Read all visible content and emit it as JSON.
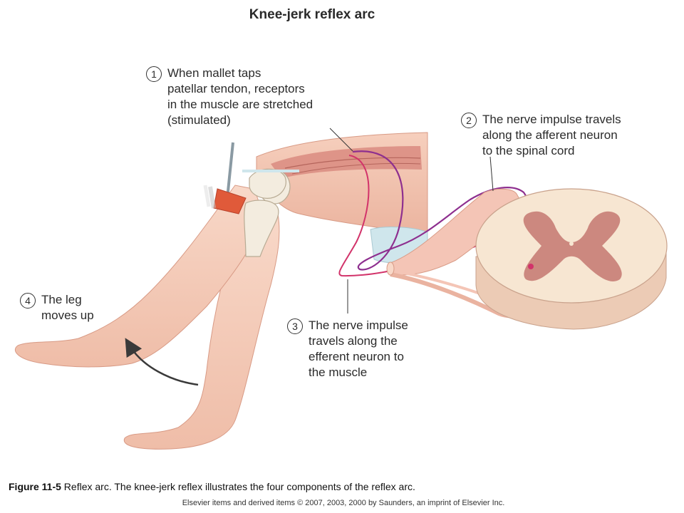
{
  "title": "Knee-jerk reflex arc",
  "steps": [
    {
      "number": "1",
      "text": "When mallet taps\npatellar tendon, receptors\nin the muscle are stretched\n(stimulated)"
    },
    {
      "number": "2",
      "text": "The nerve impulse travels\nalong the afferent neuron\nto the spinal cord"
    },
    {
      "number": "3",
      "text": "The nerve impulse\ntravels along the\nefferent neuron to\nthe muscle"
    },
    {
      "number": "4",
      "text": "The leg\nmoves up"
    }
  ],
  "caption": {
    "label": "Figure 11-5",
    "text": " Reflex arc. The knee-jerk reflex illustrates the four components of the reflex arc."
  },
  "credit": "Elsevier items and derived items © 2007, 2003, 2000 by Saunders, an imprint of Elsevier Inc.",
  "colors": {
    "skin": "#f6cdbb",
    "skin_shadow": "#e9a993",
    "bone": "#f3ecdf",
    "muscle": "#d98b80",
    "afferent_nerve": "#8e2f8f",
    "efferent_nerve": "#d2336a",
    "spinal_white": "#f7e6d2",
    "spinal_gray": "#c9837a",
    "arrow": "#3a3a3a"
  }
}
